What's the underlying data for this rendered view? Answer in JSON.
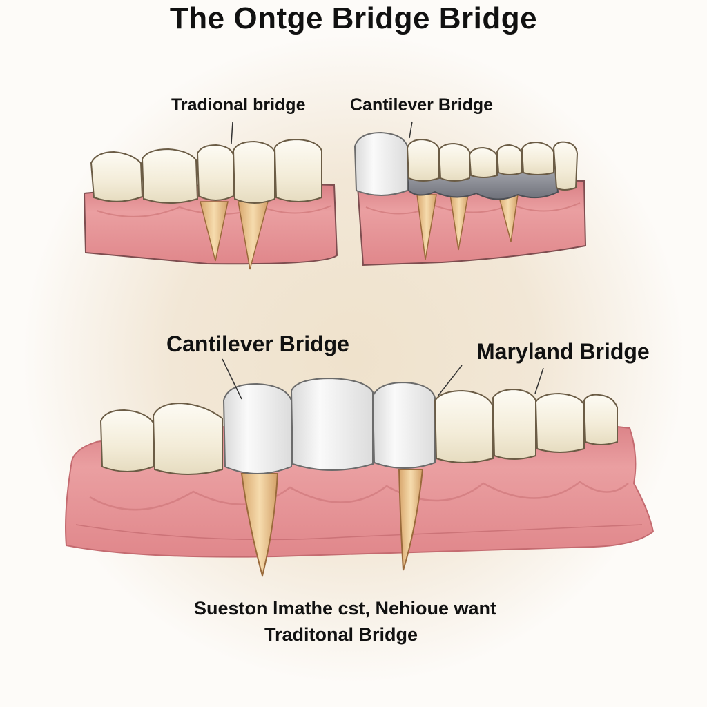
{
  "title": "The Ontge Bridge Bridge",
  "labels": {
    "traditional_top": "Tradional bridge",
    "cantilever_top": "Cantilever Bridge",
    "cantilever_bottom": "Cantilever Bridge",
    "maryland_bottom": "Maryland Bridge"
  },
  "caption": {
    "line1": "Sueston lmathe cst, Nehioue want",
    "line2": "Traditonal Bridge"
  },
  "colors": {
    "gum": "#e79a9a",
    "gum_dark": "#c96f72",
    "tooth": "#f6f0e0",
    "crown": "#ececec",
    "root": "#e9c48e",
    "metal": "#8d8f98"
  }
}
